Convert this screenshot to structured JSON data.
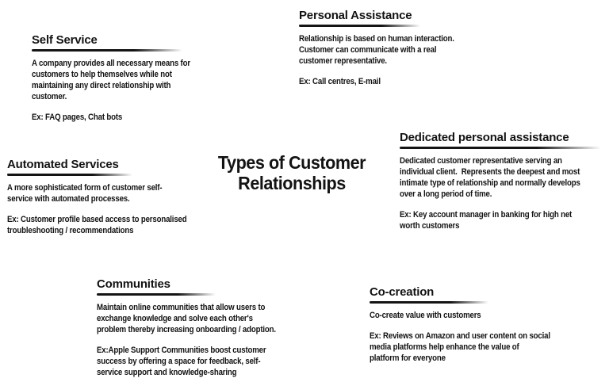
{
  "page": {
    "background_color": "#ffffff",
    "text_color": "#131313"
  },
  "title": "Types of Customer\nRelationships",
  "sections": [
    {
      "title": "Self Service",
      "description": "A company provides all necessary means for\ncustomers to help themselves while not\nmaintaining any direct relationship with\ncustomer.",
      "example": "Ex: FAQ pages, Chat bots"
    },
    {
      "title": "Personal Assistance",
      "description": "Relationship is based on human interaction.\nCustomer can communicate with a real\ncustomer representative.",
      "example": "Ex: Call centres, E-mail"
    },
    {
      "title": "Automated Services",
      "description": "A more sophisticated form of customer self-\nservice with automated processes.",
      "example": "Ex: Customer profile based access to personalised\ntroubleshooting / recommendations"
    },
    {
      "title": "Dedicated personal assistance",
      "description": "Dedicated customer representative serving an\nindividual client.  Represents the deepest and most\nintimate type of relationship and normally develops\nover a long period of time.",
      "example": "Ex: Key account manager in banking for high net\nworth customers"
    },
    {
      "title": "Communities",
      "description": "Maintain online communities that allow users to\nexchange knowledge and solve each other's\nproblem thereby increasing onboarding / adoption.",
      "example": "Ex:Apple Support Communities boost customer\nsuccess by offering a space for feedback, self-\nservice support and knowledge-sharing"
    },
    {
      "title": "Co-creation",
      "description": "Co-create value with customers",
      "example": "Ex: Reviews on Amazon and user content on social\nmedia platforms help enhance the value of\nplatform for everyone"
    }
  ]
}
